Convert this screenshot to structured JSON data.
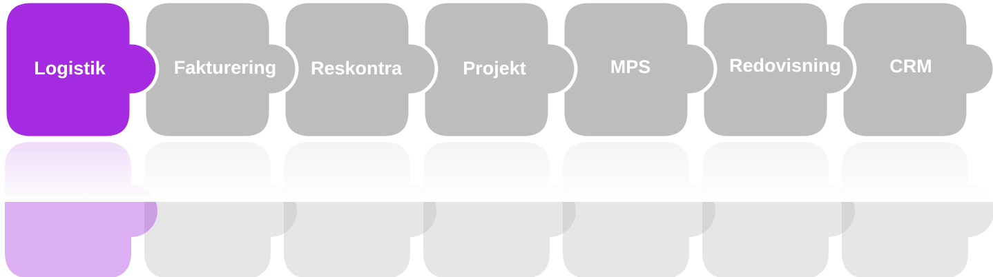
{
  "colors": {
    "active": "#a42be0",
    "inactive": "#bdbdbd",
    "label": "#ffffff",
    "outline": "#ffffff"
  },
  "pieces": [
    {
      "label": "Logistik",
      "active": true
    },
    {
      "label": "Fakturering",
      "active": false
    },
    {
      "label": "Reskontra",
      "active": false
    },
    {
      "label": "Projekt",
      "active": false
    },
    {
      "label": "MPS",
      "active": false
    },
    {
      "label": "Redovisning",
      "active": false
    },
    {
      "label": "CRM",
      "active": false
    }
  ]
}
